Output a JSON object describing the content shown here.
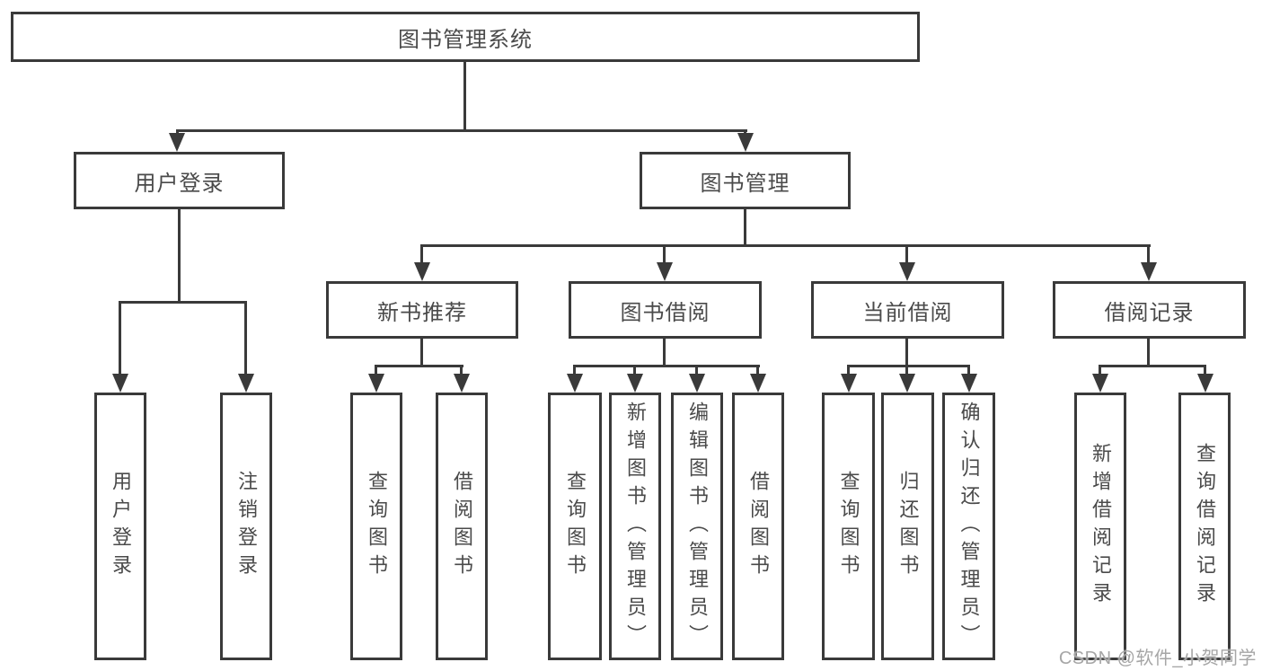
{
  "colors": {
    "line": "#3a3a3a",
    "text": "#4a4a4a",
    "background": "#ffffff",
    "watermark_text": "#a6a6a6"
  },
  "diagram": {
    "root": {
      "label": "图书管理系统"
    },
    "level2": [
      {
        "label": "用户登录"
      },
      {
        "label": "图书管理"
      }
    ],
    "level3": [
      {
        "label": "新书推荐"
      },
      {
        "label": "图书借阅"
      },
      {
        "label": "当前借阅"
      },
      {
        "label": "借阅记录"
      }
    ],
    "leaves": {
      "user_login": [
        "用户登录",
        "注销登录"
      ],
      "new_books": [
        "查询图书",
        "借阅图书"
      ],
      "book_borrow": [
        "查询图书",
        "新增图书（管理员）",
        "编辑图书（管理员）",
        "借阅图书"
      ],
      "current_borrow": [
        "查询图书",
        "归还图书",
        "确认归还（管理员）"
      ],
      "borrow_records": [
        "新增借阅记录",
        "查询借阅记录"
      ]
    }
  },
  "watermark": {
    "text": "CSDN @软件_小贺同学"
  }
}
